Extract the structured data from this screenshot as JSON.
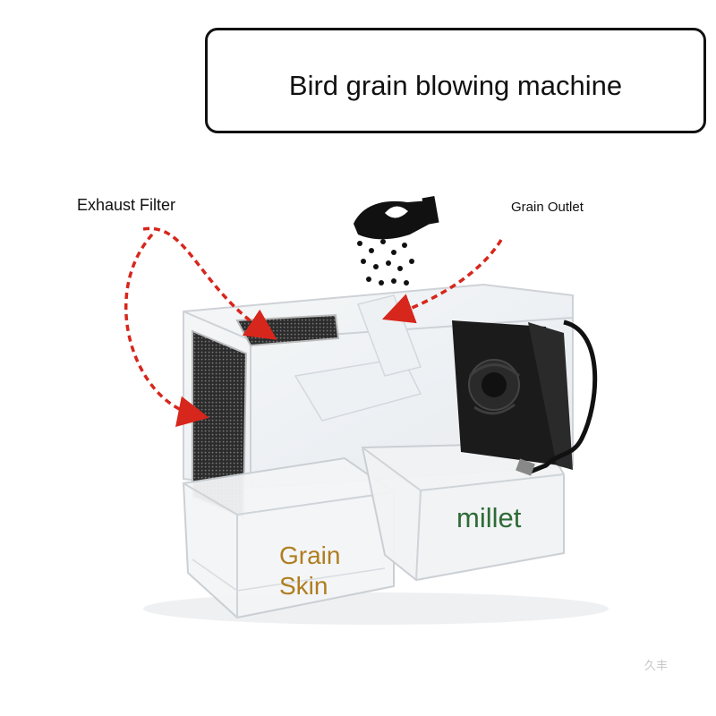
{
  "title": "Bird grain blowing machine",
  "labels": {
    "exhaust_filter": "Exhaust Filter",
    "grain_outlet": "Grain Outlet",
    "millet": "millet",
    "grain_skin_line1": "Grain",
    "grain_skin_line2": "Skin"
  },
  "watermark": "久丰",
  "colors": {
    "arrow": "#d7261c",
    "millet_text": "#2e6b35",
    "grain_skin_text": "#b07d1e",
    "fan": "#1b1b1b",
    "acrylic_edge": "#c9ced3"
  },
  "icons": [
    "hand-pouring-seeds-icon"
  ]
}
